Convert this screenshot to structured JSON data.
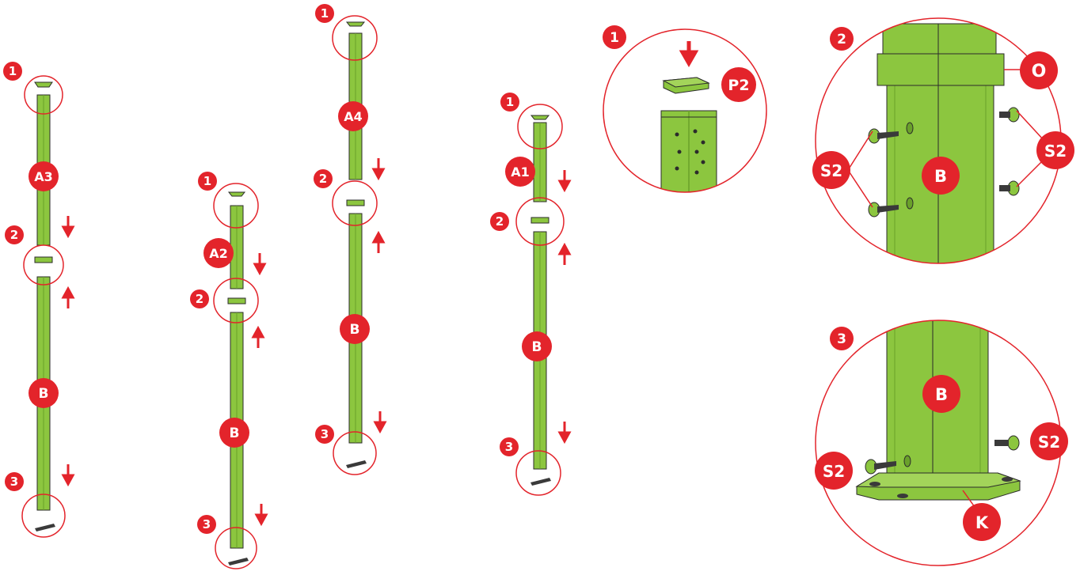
{
  "colors": {
    "accent_red": "#e3242b",
    "post_green": "#8cc63f",
    "post_green_dark": "#6aa12a",
    "outline": "#2b2b2b",
    "hardware": "#3a3a3a"
  },
  "icons": {
    "arrow_down": "arrow-down-icon",
    "arrow_up": "arrow-up-icon"
  },
  "posts": [
    {
      "top_label": "A3",
      "bottom_label": "B",
      "steps": [
        "1",
        "2",
        "3"
      ]
    },
    {
      "top_label": "A2",
      "bottom_label": "B",
      "steps": [
        "1",
        "2",
        "3"
      ]
    },
    {
      "top_label": "A4",
      "bottom_label": "B",
      "steps": [
        "1",
        "2",
        "3"
      ]
    },
    {
      "top_label": "A1",
      "bottom_label": "B",
      "steps": [
        "1",
        "2",
        "3"
      ]
    }
  ],
  "details": {
    "cap": {
      "step": "1",
      "label": "P2"
    },
    "collar": {
      "step": "2",
      "body_label": "B",
      "collar_label": "O",
      "screw_left": "S2",
      "screw_right": "S2"
    },
    "base": {
      "step": "3",
      "body_label": "B",
      "plate_label": "K",
      "screw_left": "S2",
      "screw_right": "S2"
    }
  }
}
